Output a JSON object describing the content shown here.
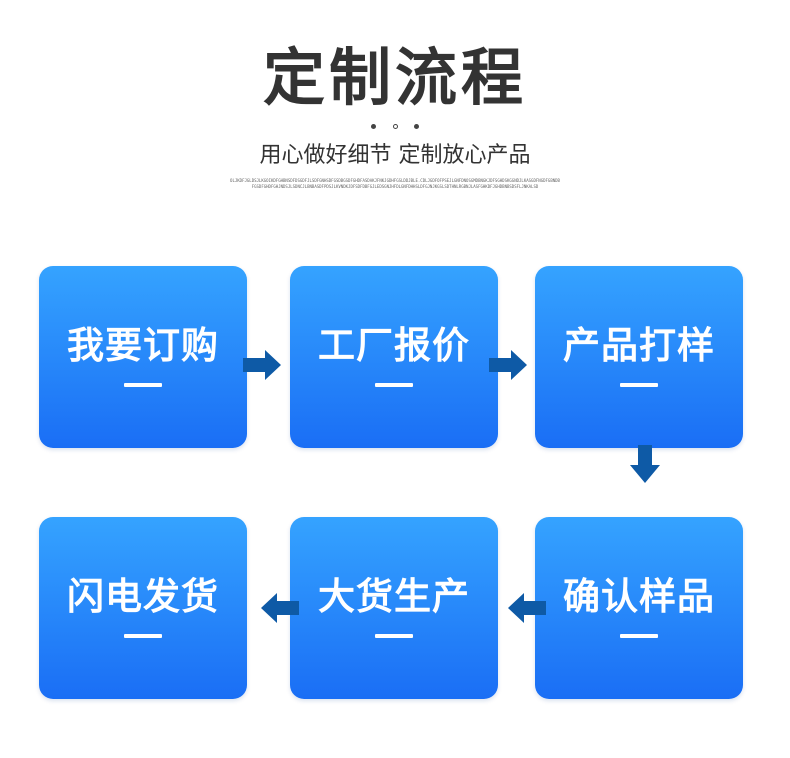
{
  "header": {
    "title": "定制流程",
    "subtitle": "用心做好细节  定制放心产品",
    "small_print": "OLJKDFJGLDSJLKGOIKDFGHBNSDFDSGDFJLSDFGNHSDFGSDBGSDFGHDFASDAKJFNKJGDHFGSLDDJBLE.CDLJGDFOFPSEJLGNFDNOSGMDBNGKJDFSGHDSKGGNDJLKASGDFNGDFGBNDBFGSDFGHDFGHJNDSJLSDNCJLBNBASDFPDSJLKVNDKJDFSDFDBFGJLEDSGNJHFDLGNFDHHSLDFGJNJKGSLSDTHNLRGBNJLASFGHKDFJGHDBNBSDSFLJNKALSD"
  },
  "steps": [
    {
      "label": "我要订购",
      "dash": "—"
    },
    {
      "label": "工厂报价",
      "dash": "—"
    },
    {
      "label": "产品打样",
      "dash": "—"
    },
    {
      "label": "确认样品",
      "dash": "—"
    },
    {
      "label": "大货生产",
      "dash": "—"
    },
    {
      "label": "闪电发货",
      "dash": "—"
    }
  ],
  "colors": {
    "box_top": "#35a3ff",
    "box_bottom": "#1a6ef5",
    "arrow": "#0e5aa6",
    "title": "#333333"
  }
}
